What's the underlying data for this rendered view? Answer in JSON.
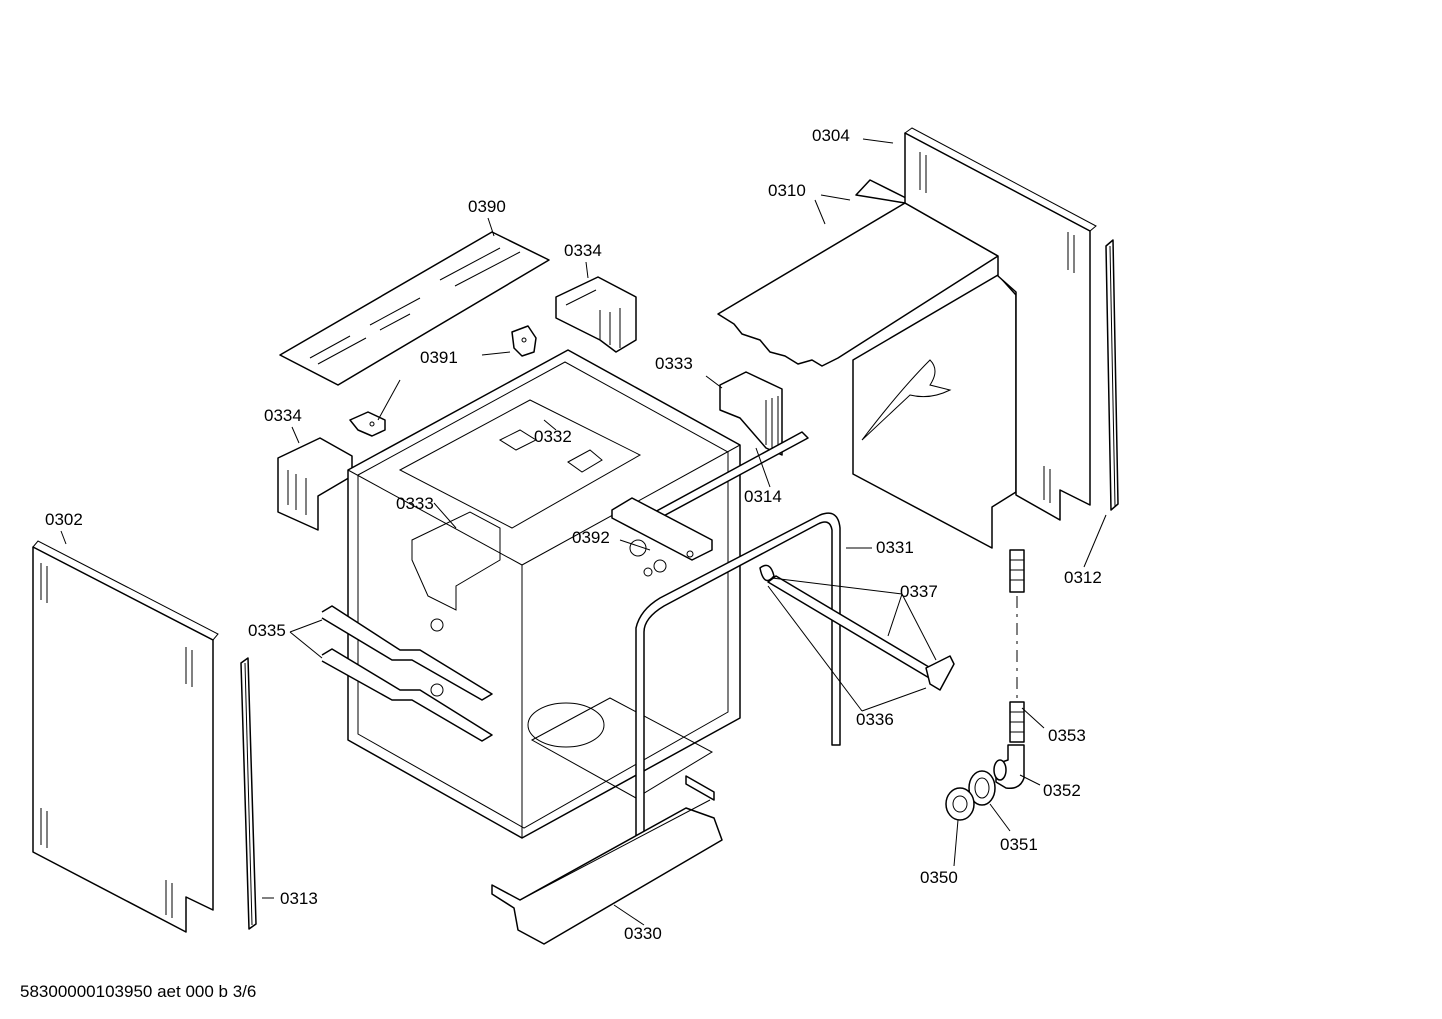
{
  "labels": {
    "p0302": "0302",
    "p0304": "0304",
    "p0310": "0310",
    "p0312": "0312",
    "p0313": "0313",
    "p0314": "0314",
    "p0330": "0330",
    "p0331": "0331",
    "p0332": "0332",
    "p0333a": "0333",
    "p0333b": "0333",
    "p0334a": "0334",
    "p0334b": "0334",
    "p0335": "0335",
    "p0336": "0336",
    "p0337": "0337",
    "p0350": "0350",
    "p0351": "0351",
    "p0352": "0352",
    "p0353": "0353",
    "p0390": "0390",
    "p0391": "0391",
    "p0392": "0392"
  },
  "footer": "58300000103950 aet 000 b 3/6"
}
